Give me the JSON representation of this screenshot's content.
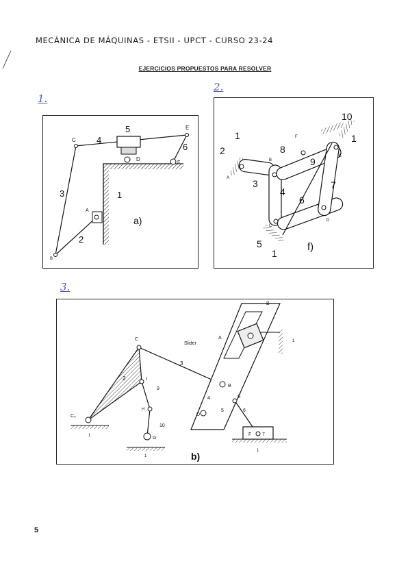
{
  "header": "MECÁNICA DE MÁQUINAS - ETSII - UPCT - CURSO 23-24",
  "subtitle": "EJERCICIOS PROPUESTOS PARA RESOLVER",
  "problems": [
    {
      "number": "1.",
      "caption": "a)"
    },
    {
      "number": "2.",
      "caption": "f)"
    },
    {
      "number": "3.",
      "caption": "b)"
    }
  ],
  "fig1_labels": {
    "c": "C",
    "e": "E",
    "d": "D",
    "f": "F",
    "a": "A",
    "b": "B",
    "l1": "1",
    "l2": "2",
    "l3": "3",
    "l4": "4",
    "l5": "5",
    "l6": "6"
  },
  "fig2_labels": {
    "l1a": "1",
    "l1b": "1",
    "l1c": "1",
    "l2": "2",
    "l3": "3",
    "l4": "4",
    "l5": "5",
    "l6": "6",
    "l7": "7",
    "l8": "8",
    "l9": "9",
    "l10": "10",
    "a": "A",
    "b": "B",
    "c": "C",
    "d": "D",
    "e": "E",
    "f": "F"
  },
  "fig3_labels": {
    "b_top": "B",
    "c": "C",
    "slider": "Slider",
    "a": "A",
    "l1a": "1",
    "l1b": "1",
    "l1c": "1",
    "l1d": "1",
    "l3": "3",
    "l2": "2",
    "i": "I",
    "l9": "9",
    "h": "H",
    "l10": "10",
    "g": "G",
    "co": "C₀",
    "b": "B",
    "l4": "4",
    "e": "E",
    "d": "D",
    "l5": "5",
    "l6": "6",
    "f": "F",
    "l7": "7"
  },
  "page_number": "5"
}
